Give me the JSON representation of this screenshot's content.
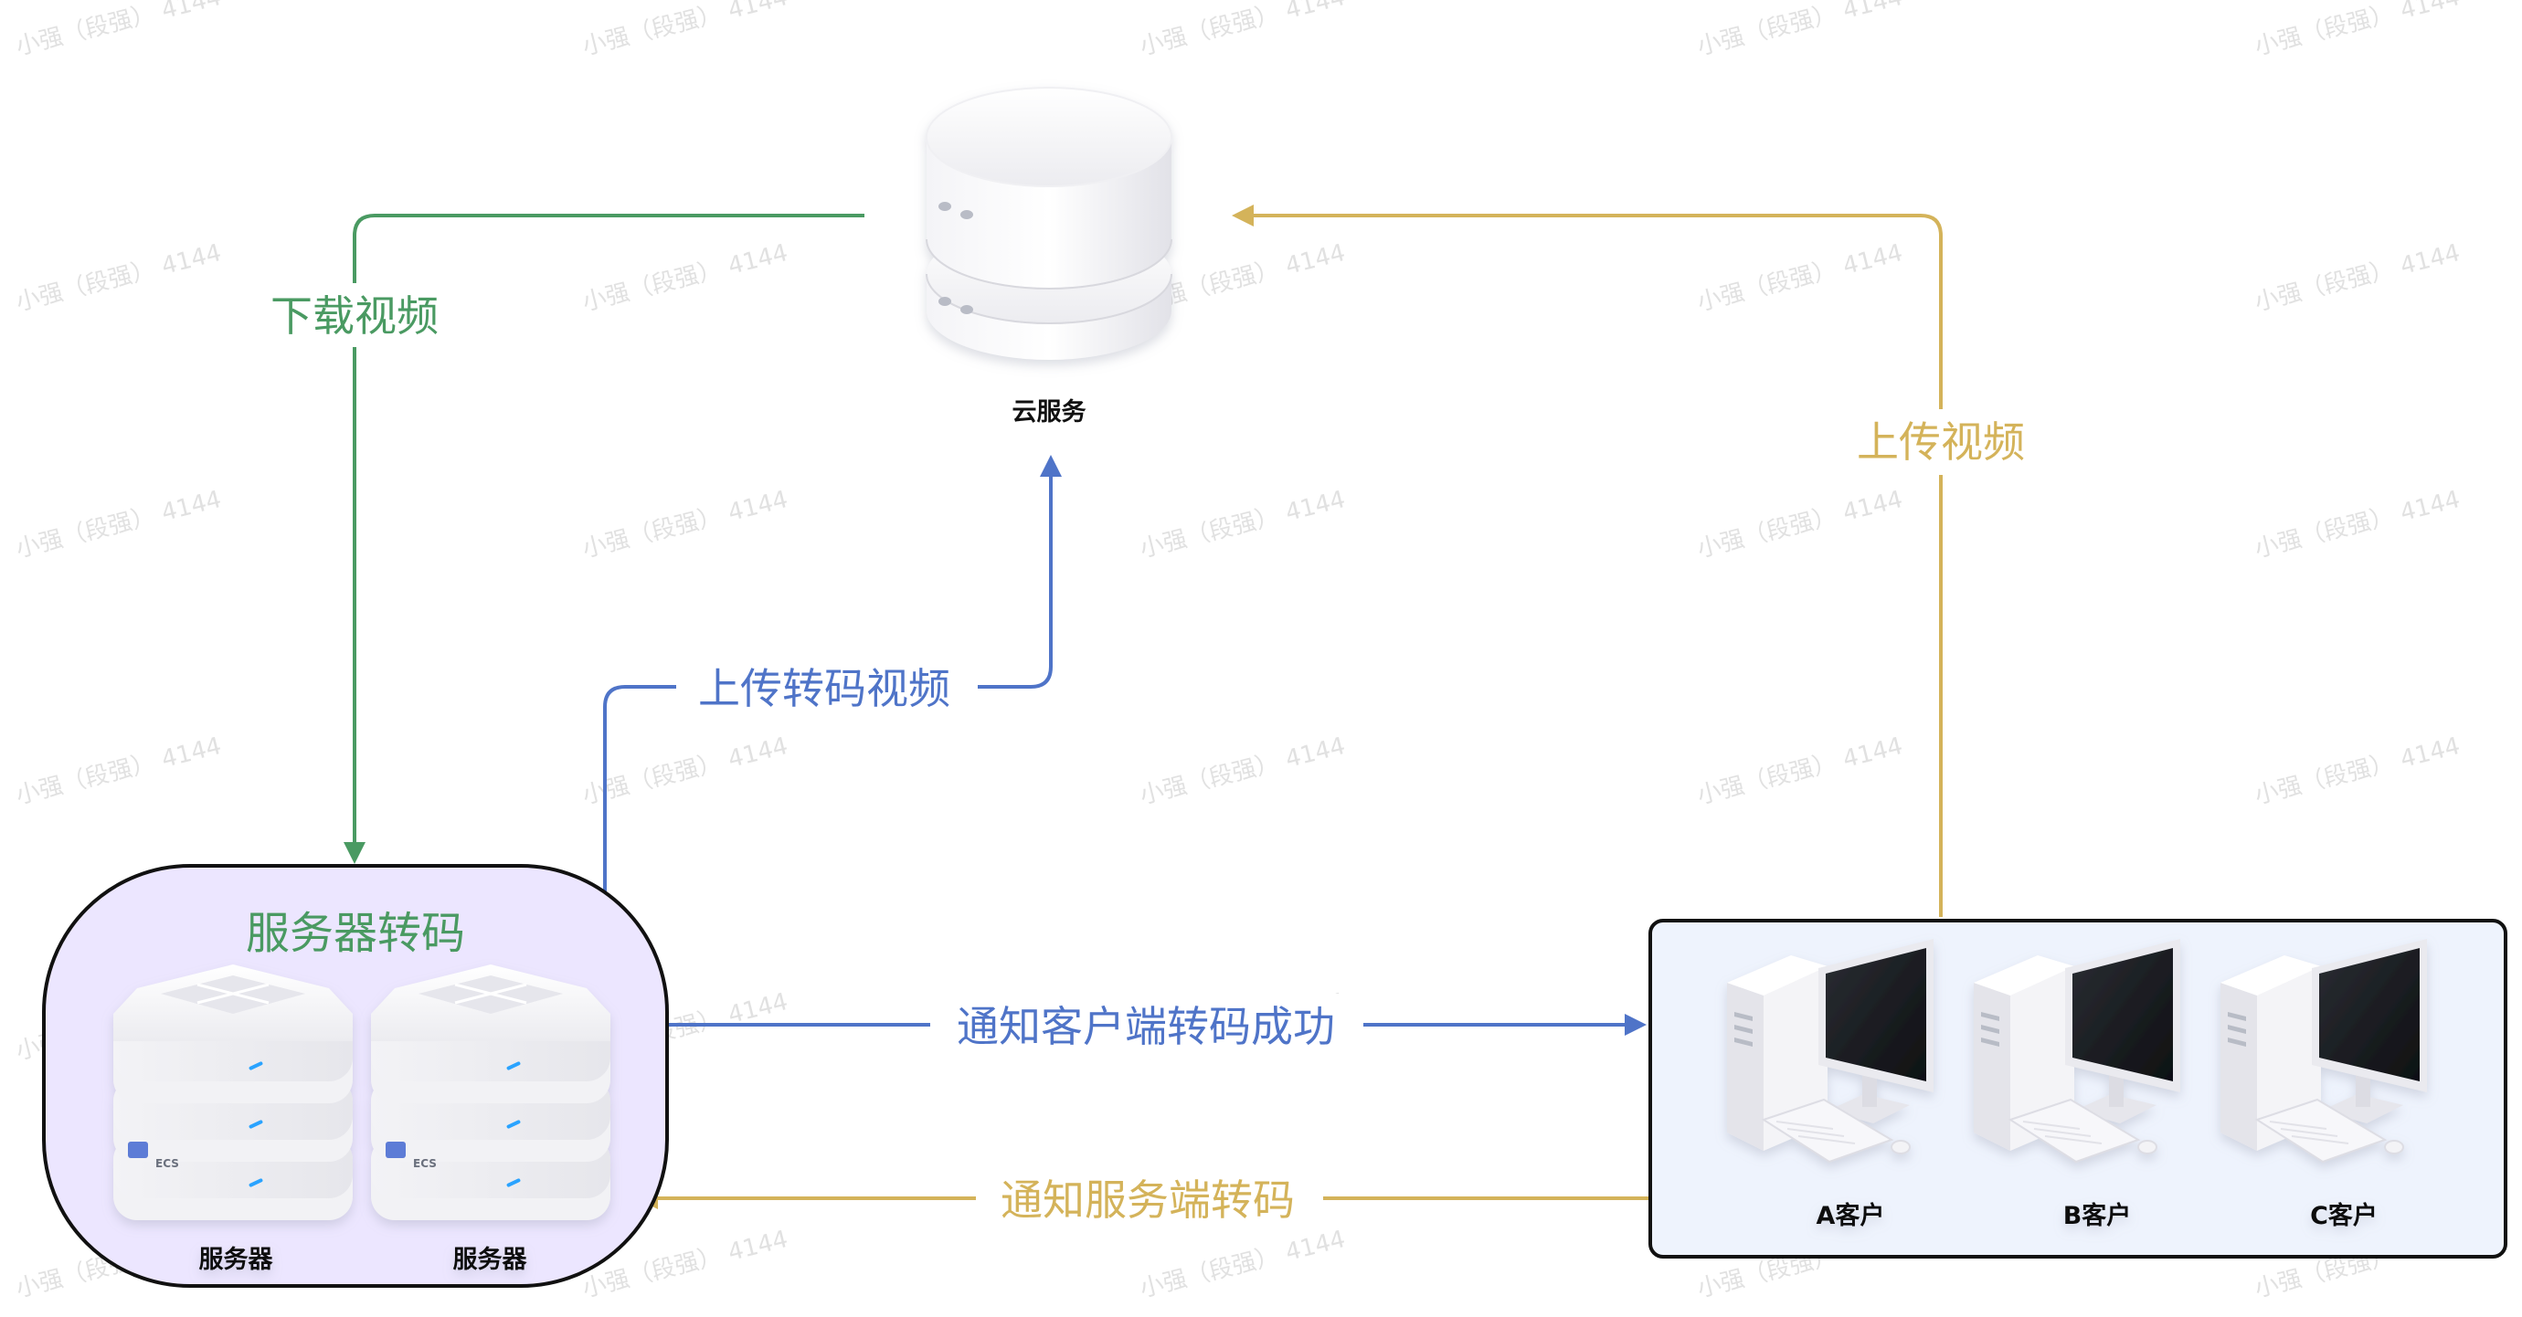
{
  "watermark": "小强（段强） 4144",
  "nodes": {
    "cloud": {
      "label": "云服务"
    },
    "transcode_group": {
      "title": "服务器转码"
    },
    "servers": [
      {
        "label": "服务器",
        "badge": "ECS"
      },
      {
        "label": "服务器",
        "badge": "ECS"
      }
    ],
    "clients": [
      {
        "label": "A客户"
      },
      {
        "label": "B客户"
      },
      {
        "label": "C客户"
      }
    ]
  },
  "edges": {
    "download": {
      "label": "下载视频",
      "color": "#4a9a62"
    },
    "upload_client": {
      "label": "上传视频",
      "color": "#d4b35a"
    },
    "upload_transcoded": {
      "label": "上传转码视频",
      "color": "#4f74c8"
    },
    "notify_client": {
      "label": "通知客户端转码成功",
      "color": "#4f74c8"
    },
    "notify_server": {
      "label": "通知服务端转码",
      "color": "#d4b35a"
    }
  },
  "colors": {
    "group_fill": "#ece6ff",
    "clients_fill": "#eef3fd",
    "title_green": "#4a9a62"
  }
}
